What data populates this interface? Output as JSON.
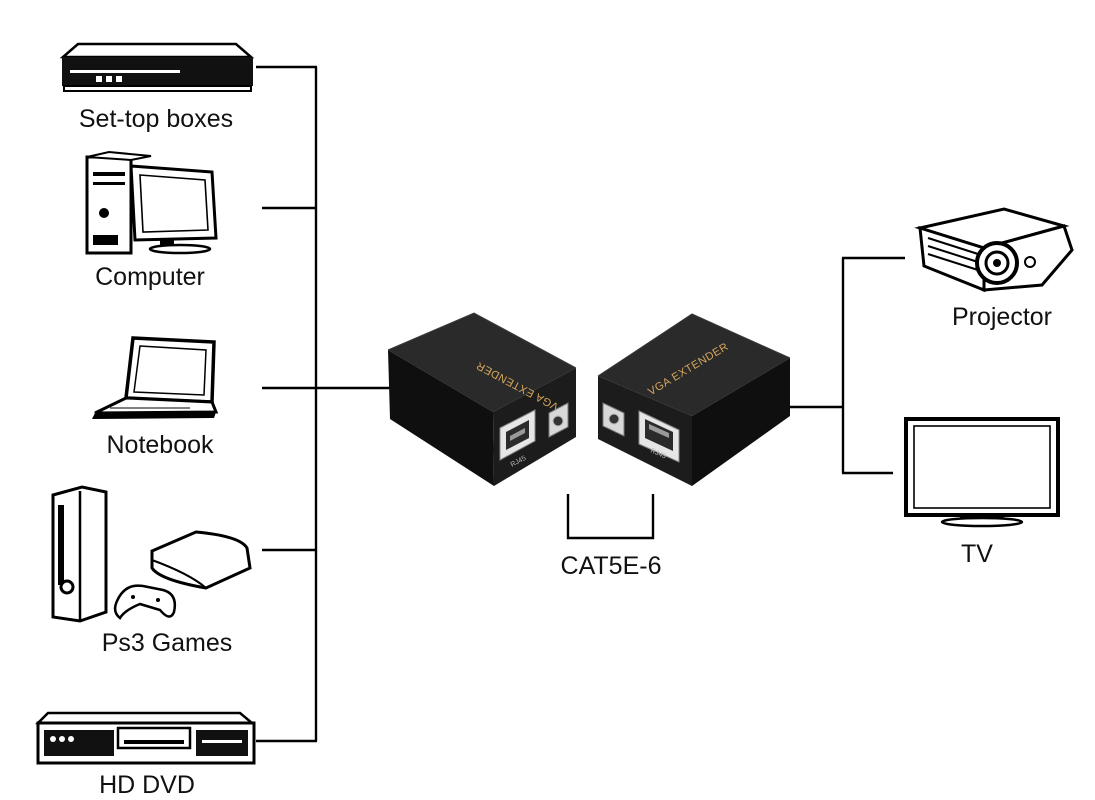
{
  "sources": [
    {
      "label": "Set-top boxes",
      "icon": "set-top-box-icon"
    },
    {
      "label": "Computer",
      "icon": "computer-icon"
    },
    {
      "label": "Notebook",
      "icon": "notebook-icon"
    },
    {
      "label": "Ps3 Games",
      "icon": "ps3-console-icon"
    },
    {
      "label": "HD DVD",
      "icon": "dvd-player-icon"
    }
  ],
  "extenders": {
    "transmitter_text": "VGA EXTENDER",
    "receiver_text": "VGA EXTENDER",
    "port_text": "RJ45"
  },
  "cable": {
    "label": "CAT5E-6"
  },
  "outputs": [
    {
      "label": "Projector",
      "icon": "projector-icon"
    },
    {
      "label": "TV",
      "icon": "tv-icon"
    }
  ],
  "colors": {
    "line": "#000000",
    "device_body": "#1d1d1d",
    "box_text": "#d6a75e"
  }
}
